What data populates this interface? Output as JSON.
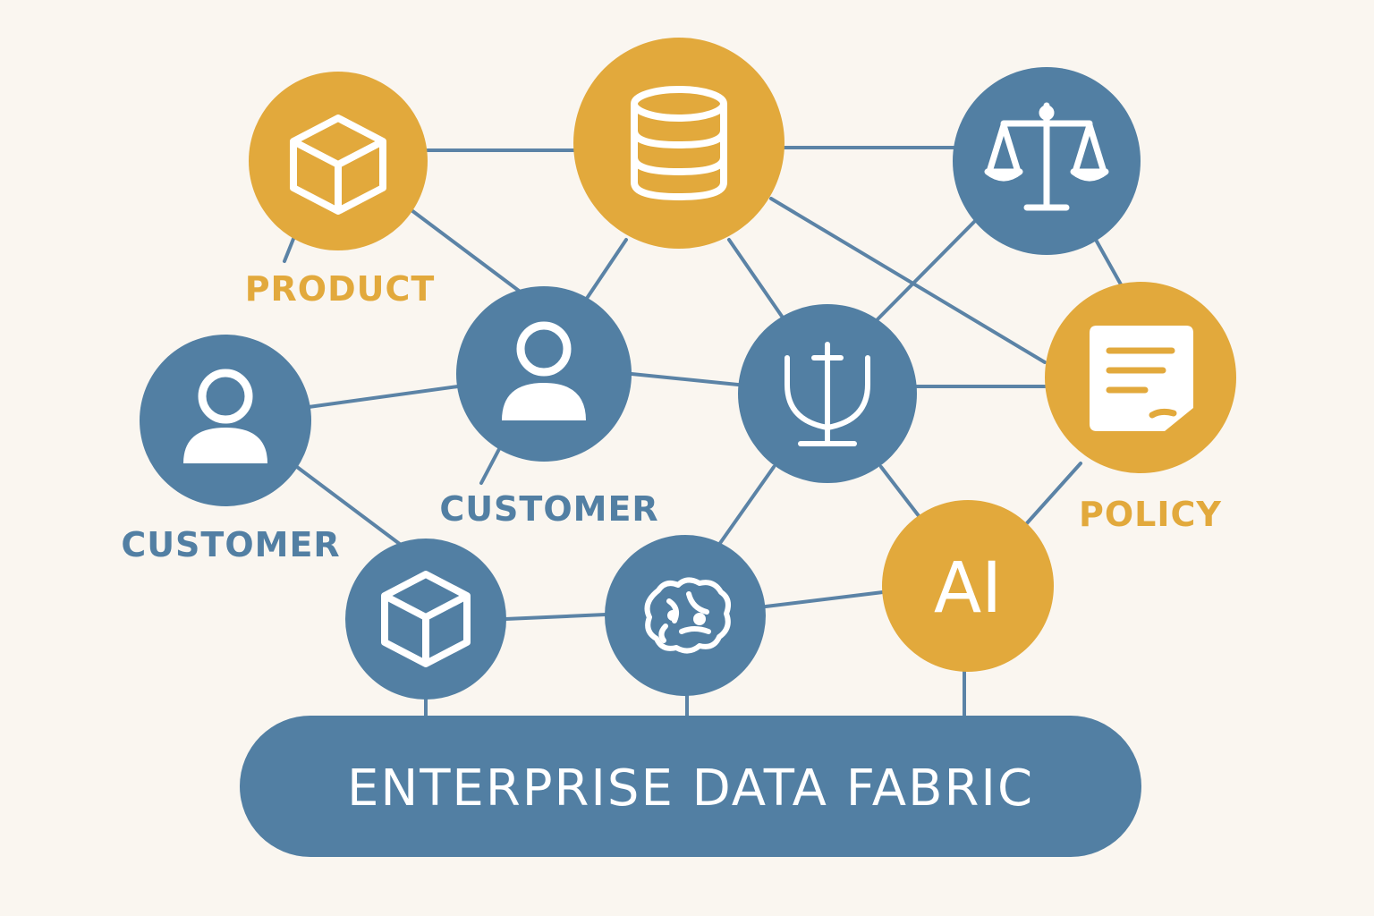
{
  "colors": {
    "background": "#faf6f0",
    "blue": "#527fa3",
    "gold": "#e2a93c",
    "edge": "#5b83a6",
    "icon": "#ffffff"
  },
  "nodes": [
    {
      "id": "product-top",
      "icon": "cube-icon",
      "color": "gold"
    },
    {
      "id": "database",
      "icon": "database-icon",
      "color": "gold"
    },
    {
      "id": "scales",
      "icon": "scales-icon",
      "color": "blue"
    },
    {
      "id": "customer-left",
      "icon": "person-icon",
      "color": "blue"
    },
    {
      "id": "customer-center",
      "icon": "person-icon",
      "color": "blue"
    },
    {
      "id": "governance",
      "icon": "shield-trident-icon",
      "color": "blue"
    },
    {
      "id": "policy",
      "icon": "document-icon",
      "color": "gold"
    },
    {
      "id": "cube-bottom",
      "icon": "cube-icon",
      "color": "blue"
    },
    {
      "id": "brain",
      "icon": "brain-icon",
      "color": "blue"
    },
    {
      "id": "ai",
      "icon": "ai-text",
      "color": "gold"
    }
  ],
  "labels": {
    "product": "PRODUCT",
    "customer_center": "CUSTOMER",
    "customer_left": "CUSTOMER",
    "policy": "POLICY",
    "ai": "AI"
  },
  "banner": {
    "title": "ENTERPRISE DATA FABRIC"
  }
}
